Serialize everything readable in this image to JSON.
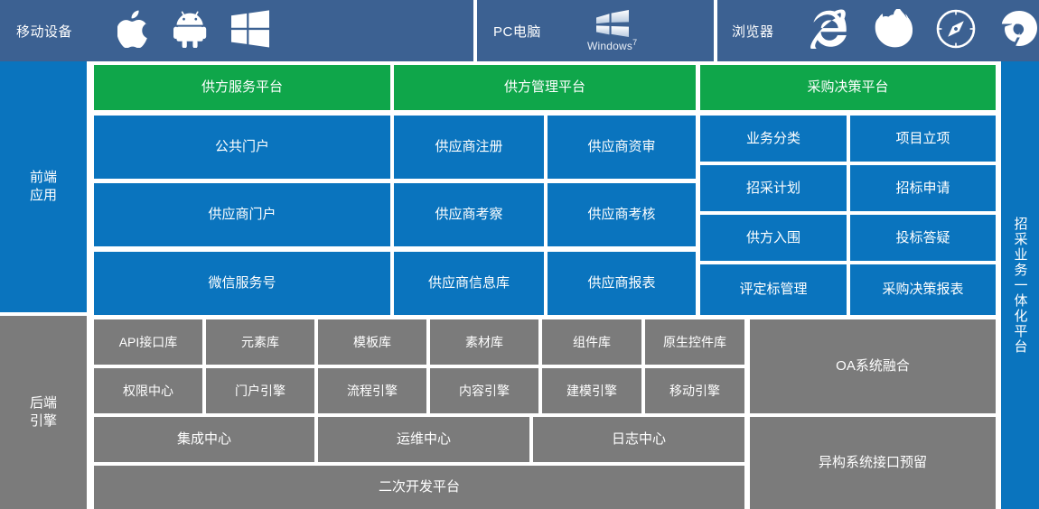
{
  "topbar": {
    "segments": [
      {
        "label": "移动设备",
        "icons": [
          "apple-icon",
          "android-icon",
          "windows-phone-icon"
        ]
      },
      {
        "label": "PC电脑",
        "icons": [
          "windows7-logo-icon"
        ],
        "os_caption": "Windows",
        "os_version": "7"
      },
      {
        "label": "浏览器",
        "icons": [
          "internet-explorer-icon",
          "firefox-icon",
          "safari-icon",
          "chrome-icon"
        ]
      }
    ]
  },
  "rails": {
    "front_line1": "前端",
    "front_line2": "应用",
    "back_line1": "后端",
    "back_line2": "引擎",
    "right": "招采业务一体化平台"
  },
  "platforms": [
    {
      "title": "供方服务平台"
    },
    {
      "title": "供方管理平台"
    },
    {
      "title": "采购决策平台"
    }
  ],
  "frontend": {
    "supplier_service": [
      "公共门户",
      "供应商门户",
      "微信服务号"
    ],
    "supplier_mgmt": [
      [
        "供应商注册",
        "供应商资审"
      ],
      [
        "供应商考察",
        "供应商考核"
      ],
      [
        "供应商信息库",
        "供应商报表"
      ]
    ],
    "procurement": [
      [
        "业务分类",
        "项目立项"
      ],
      [
        "招采计划",
        "招标申请"
      ],
      [
        "供方入围",
        "投标答疑"
      ],
      [
        "评定标管理",
        "采购决策报表"
      ]
    ]
  },
  "backend": {
    "row_libraries": [
      "API接口库",
      "元素库",
      "模板库",
      "素材库",
      "组件库",
      "原生控件库"
    ],
    "row_engines": [
      "权限中心",
      "门户引擎",
      "流程引擎",
      "内容引擎",
      "建模引擎",
      "移动引擎"
    ],
    "row_centers": [
      "集成中心",
      "运维中心",
      "日志中心"
    ],
    "dev_platform": "二次开发平台",
    "right_blocks": [
      "OA系统融合",
      "异构系统接口预留"
    ]
  },
  "colors": {
    "header_blue": "#3c6192",
    "green": "#0fa64a",
    "blue": "#0a74be",
    "gray": "#7b7b7b",
    "white": "#ffffff"
  }
}
